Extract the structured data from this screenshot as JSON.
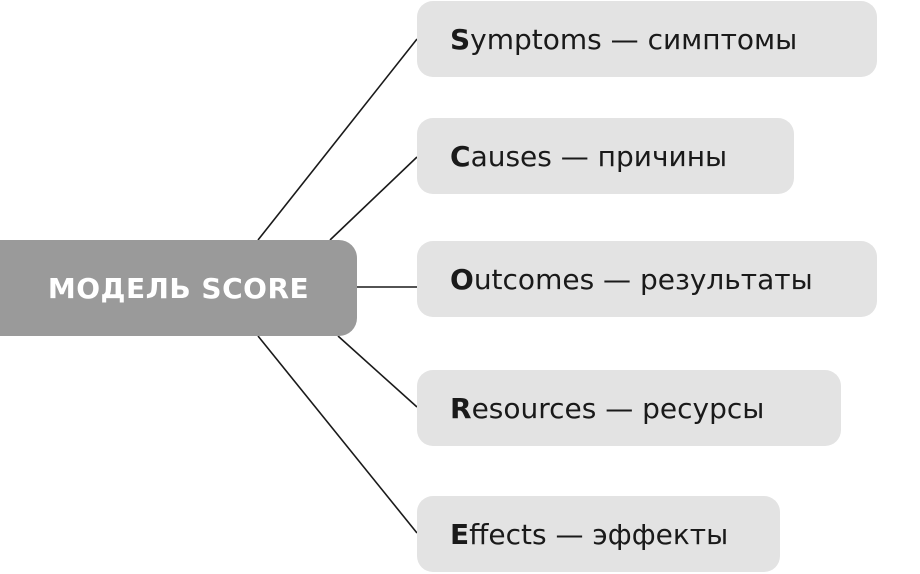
{
  "center": {
    "label": "МОДЕЛЬ SCORE"
  },
  "items": [
    {
      "letter": "S",
      "rest": "ymptoms — симптомы"
    },
    {
      "letter": "C",
      "rest": "auses — причины"
    },
    {
      "letter": "O",
      "rest": "utcomes — результаты"
    },
    {
      "letter": "R",
      "rest": "esources — ресурсы"
    },
    {
      "letter": "E",
      "rest": "ffects — эффекты"
    }
  ],
  "colors": {
    "center_fill": "#9a9a9a",
    "center_text": "#ffffff",
    "item_fill": "#e3e3e3",
    "item_text": "#1a1a1a",
    "connector": "#1a1a1a"
  }
}
